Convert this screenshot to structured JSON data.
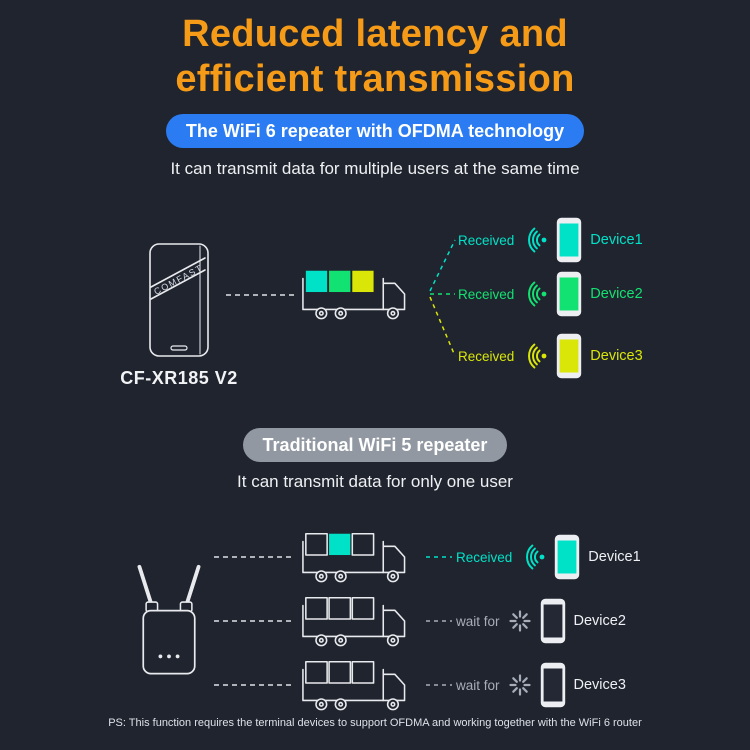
{
  "colors": {
    "background": "#20242e",
    "title": "#f59b18",
    "wifi6_badge_bg": "#2b7cf2",
    "wifi5_badge_bg": "#9298a2",
    "text": "#eef0f3",
    "muted": "#a7adb8",
    "outline": "#e8eaed",
    "cyan": "#00e2c8",
    "green": "#12e272",
    "yellow": "#d9e607"
  },
  "icons": {
    "wifi_signal": "concentric-arcs",
    "spinner": "radial-burst",
    "phone": "smartphone-shape",
    "bus": "data-bus-vehicle",
    "wifi6_repeater": "tower-repeater",
    "wifi5_repeater": "wall-plug-extender-with-antennas"
  },
  "title": {
    "line1": "Reduced latency and",
    "line2": "efficient transmission"
  },
  "wifi6": {
    "badge": "The WiFi 6 repeater with OFDMA technology",
    "subtitle": "It can transmit data for multiple users at the same time",
    "repeater": {
      "brand": "COMFAST",
      "model": "CF-XR185 V2"
    },
    "devices": [
      {
        "status": "Received",
        "name": "Device1",
        "color": "#00e2c8"
      },
      {
        "status": "Received",
        "name": "Device2",
        "color": "#12e272"
      },
      {
        "status": "Received",
        "name": "Device3",
        "color": "#d9e607"
      }
    ]
  },
  "wifi5": {
    "badge": "Traditional WiFi 5 repeater",
    "subtitle": "It can transmit data for only one user",
    "rows": [
      {
        "status": "Received",
        "name": "Device1",
        "color": "#00e2c8"
      },
      {
        "status": "wait for",
        "name": "Device2",
        "color": "#232834"
      },
      {
        "status": "wait for",
        "name": "Device3",
        "color": "#232834"
      }
    ]
  },
  "footnote": "PS: This function requires the terminal devices to support OFDMA and working together with the WiFi 6 router"
}
